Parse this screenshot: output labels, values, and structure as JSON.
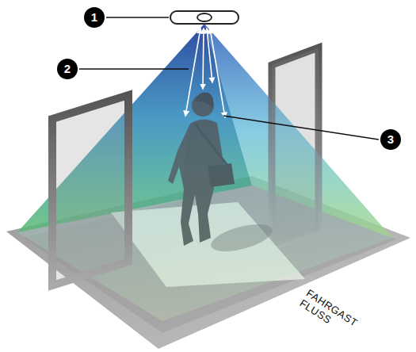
{
  "diagram": {
    "labels": [
      "1",
      "2",
      "3",
      "FAHRGAST FLUSS"
    ]
  }
}
